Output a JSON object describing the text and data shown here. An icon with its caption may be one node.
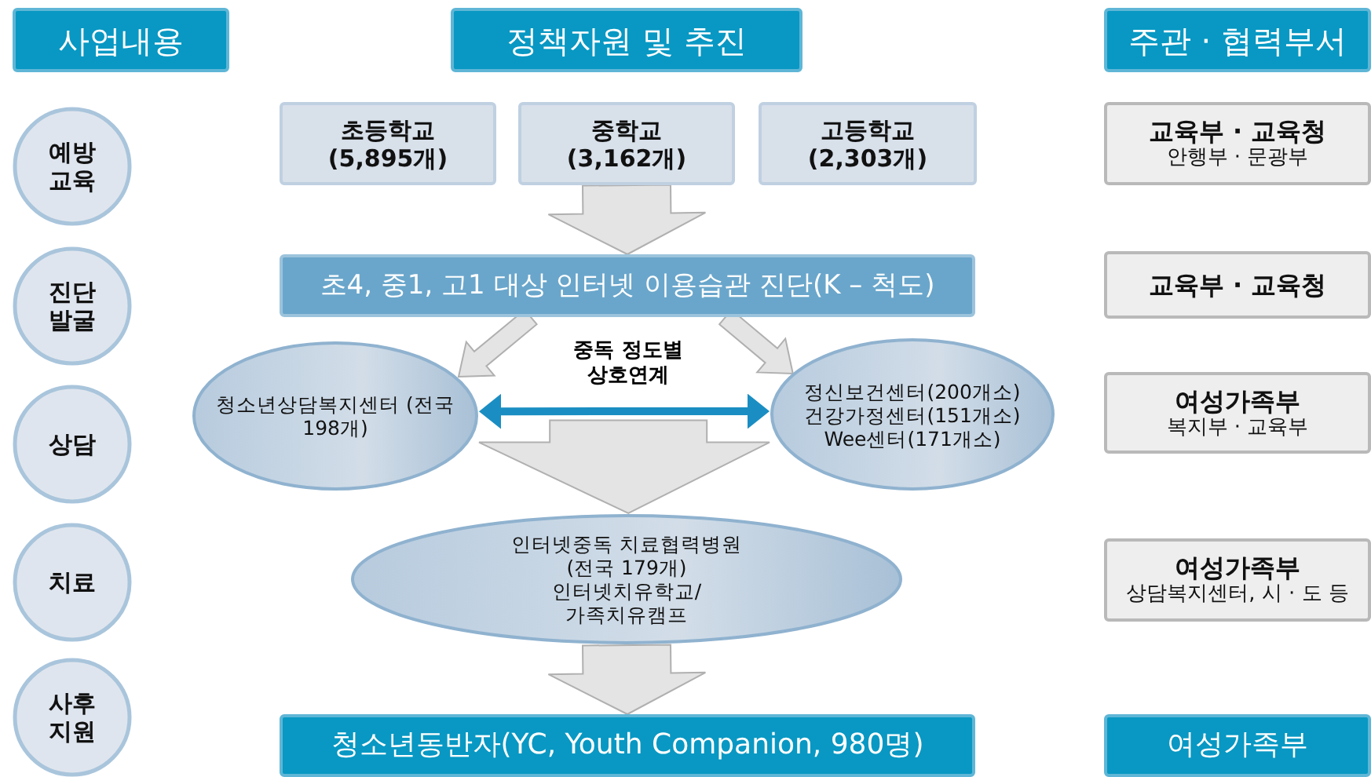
{
  "diagram": {
    "nodes": [
      {
        "text": [
          "사업내용"
        ]
      },
      {
        "text": [
          "정책자원 및 추진"
        ]
      },
      {
        "text": [
          "주관 · 협력부서"
        ]
      },
      {
        "text": [
          "예방 교육"
        ]
      },
      {
        "text": [
          "진단 발굴"
        ]
      },
      {
        "text": [
          "상담"
        ]
      },
      {
        "text": [
          "치료"
        ]
      },
      {
        "text": [
          "사후 지원"
        ]
      },
      {
        "text": [
          "초등학교 (5,895개)"
        ]
      },
      {
        "text": [
          "중학교 (3,162개)"
        ]
      },
      {
        "text": [
          "고등학교 (2,303개)"
        ]
      },
      {
        "text": [
          "교육부 · 교육청",
          "안행부 · 문광부"
        ]
      },
      {
        "text": [
          "초4, 중1, 고1 대상 인터넷 이용습관 진단(K – 척도)"
        ]
      },
      {
        "text": [
          "교육부 · 교육청"
        ]
      },
      {
        "text": [
          "청소년상담복지센터 (전국 198개)"
        ]
      },
      {
        "text": [
          "정신보건센터(200개소)",
          "건강가정센터(151개소)",
          "Wee센터(171개소)"
        ]
      },
      {
        "text": [
          "여성가족부",
          "복지부 · 교육부"
        ]
      },
      {
        "text": [
          "인터넷중독 치료협력병원",
          "(전국 179개)",
          "인터넷치유학교/가족치유캠프"
        ]
      },
      {
        "text": [
          "여성가족부",
          "상담복지센터, 시 · 도 등"
        ]
      },
      {
        "text": [
          "청소년동반자(YC, Youth Companion, 980명)"
        ]
      },
      {
        "text": [
          "여성가족부"
        ]
      }
    ],
    "edges": [
      {
        "from": 9,
        "to": 12,
        "arrow": "to"
      },
      {
        "from": 12,
        "to": 14,
        "arrow": "to"
      },
      {
        "from": 12,
        "to": 15,
        "arrow": "to"
      },
      {
        "from": 14,
        "to": 17,
        "arrow": "to"
      },
      {
        "from": 15,
        "to": 17,
        "arrow": "to"
      },
      {
        "from": 14,
        "to": 15,
        "arrow": "both",
        "label": "중독 정도별 상호연계",
        "color": "#1a8ec2"
      },
      {
        "from": 17,
        "to": 19,
        "arrow": "to"
      }
    ]
  }
}
